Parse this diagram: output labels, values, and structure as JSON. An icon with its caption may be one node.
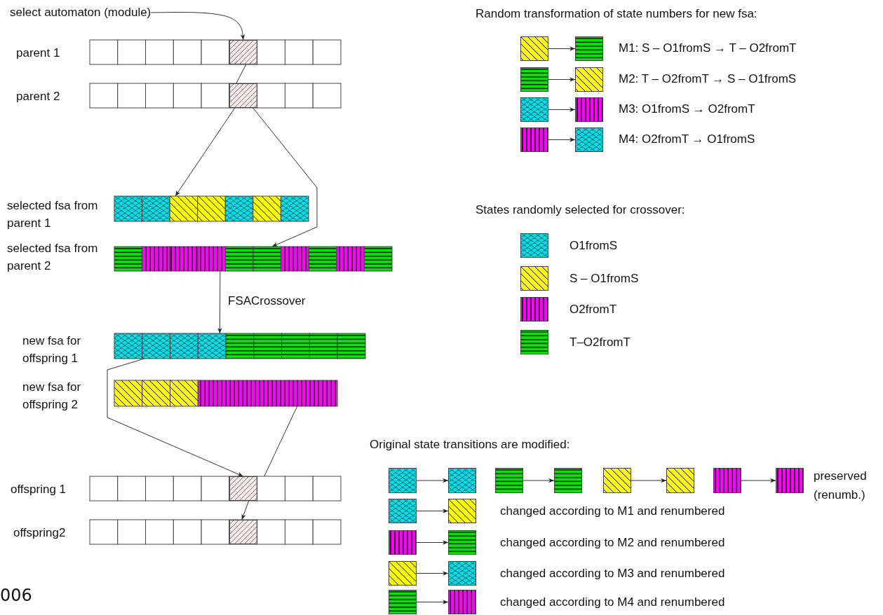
{
  "diagram": {
    "nodes": [
      {
        "text": [
          "select automaton (module)"
        ]
      },
      {
        "text": [],
        "shape": "bar",
        "beside": [
          "parent 1"
        ]
      },
      {
        "text": [],
        "shape": "box",
        "in": 1
      },
      {
        "text": [],
        "shape": "bar",
        "beside": [
          "parent 2"
        ]
      },
      {
        "text": [],
        "shape": "box",
        "in": 3
      },
      {
        "text": [],
        "shape": "bar",
        "beside": [
          "selected fsa from parent 1"
        ]
      },
      {
        "text": [],
        "shape": "bar",
        "beside": [
          "selected fsa from parent 2"
        ]
      },
      {
        "text": [],
        "shape": "bar",
        "beside": [
          "new fsa for offspring 1"
        ]
      },
      {
        "text": [],
        "shape": "bar",
        "beside": [
          "new fsa for offspring 2"
        ]
      },
      {
        "text": [],
        "shape": "bar",
        "beside": [
          "offspring 1"
        ]
      },
      {
        "text": [],
        "shape": "box",
        "in": 9
      },
      {
        "text": [],
        "shape": "bar",
        "beside": [
          "offspring2"
        ]
      },
      {
        "text": [],
        "shape": "box",
        "in": 11
      },
      {
        "text": [],
        "shape": "box"
      },
      {
        "text": [],
        "shape": "box"
      },
      {
        "text": [],
        "shape": "box"
      },
      {
        "text": [],
        "shape": "box"
      },
      {
        "text": [],
        "shape": "box"
      },
      {
        "text": [],
        "shape": "box"
      },
      {
        "text": [],
        "shape": "box"
      },
      {
        "text": [],
        "shape": "box"
      },
      {
        "text": [],
        "shape": "box"
      },
      {
        "text": [],
        "shape": "box"
      },
      {
        "text": [],
        "shape": "box"
      },
      {
        "text": [],
        "shape": "box"
      },
      {
        "text": [],
        "shape": "box"
      },
      {
        "text": [],
        "shape": "box"
      },
      {
        "text": [],
        "shape": "box"
      },
      {
        "text": [],
        "shape": "box"
      },
      {
        "text": [],
        "shape": "box"
      },
      {
        "text": [],
        "shape": "box"
      },
      {
        "text": [],
        "shape": "box"
      },
      {
        "text": [],
        "shape": "box"
      },
      {
        "text": [],
        "shape": "box"
      },
      {
        "text": [],
        "shape": "box"
      },
      {
        "text": [],
        "shape": "box"
      },
      {
        "text": [],
        "shape": "box"
      }
    ],
    "edges": [
      {
        "from": 0,
        "to": 2,
        "arrow": "to"
      },
      {
        "from": 2,
        "to": 4,
        "arrow": "none"
      },
      {
        "from": 4,
        "to": 5,
        "arrow": "to"
      },
      {
        "from": 4,
        "to": 6,
        "arrow": "to"
      },
      {
        "from": 6,
        "to": 7,
        "arrow": "to",
        "label": "FSACrossover"
      },
      {
        "from": 7,
        "to": 10,
        "arrow": "to"
      },
      {
        "from": 8,
        "to": 9,
        "arrow": "none"
      },
      {
        "from": 10,
        "to": 12,
        "arrow": "to"
      },
      {
        "from": 13,
        "to": 14,
        "arrow": "to"
      },
      {
        "from": 15,
        "to": 16,
        "arrow": "to"
      },
      {
        "from": 17,
        "to": 18,
        "arrow": "to"
      },
      {
        "from": 19,
        "to": 20,
        "arrow": "to"
      },
      {
        "from": 21,
        "to": 22,
        "arrow": "to"
      },
      {
        "from": 23,
        "to": 24,
        "arrow": "to"
      },
      {
        "from": 25,
        "to": 26,
        "arrow": "to"
      },
      {
        "from": 27,
        "to": 28,
        "arrow": "to"
      },
      {
        "from": 29,
        "to": 30,
        "arrow": "to"
      },
      {
        "from": 31,
        "to": 32,
        "arrow": "to"
      },
      {
        "from": 33,
        "to": 34,
        "arrow": "to"
      },
      {
        "from": 35,
        "to": 36,
        "arrow": "to"
      }
    ],
    "labels": [
      "Random transformation of state numbers for new fsa:",
      "M1: S – O1fromS → T – O2fromT",
      "M2: T – O2fromT → S – O1fromS",
      "M3: O1fromS → O2fromT",
      "M4: O2fromT → O1fromS",
      "States randomly selected for crossover:",
      "Original state transitions are modified:",
      "preserved (renumb.)",
      "changed according to M1 and renumbered",
      "changed according to M2 and renumbered",
      "changed according to M3 and renumbered",
      "changed according to M4 and renumbered",
      "006"
    ],
    "legend": [
      {
        "text": "O1fromS",
        "color": "#00e0e0"
      },
      {
        "text": "S – O1fromS",
        "color": "#ffff00"
      },
      {
        "text": "O2fromT",
        "color": "#ff00ff"
      },
      {
        "text": "T–O2fromT",
        "color": "#00e600"
      }
    ]
  }
}
